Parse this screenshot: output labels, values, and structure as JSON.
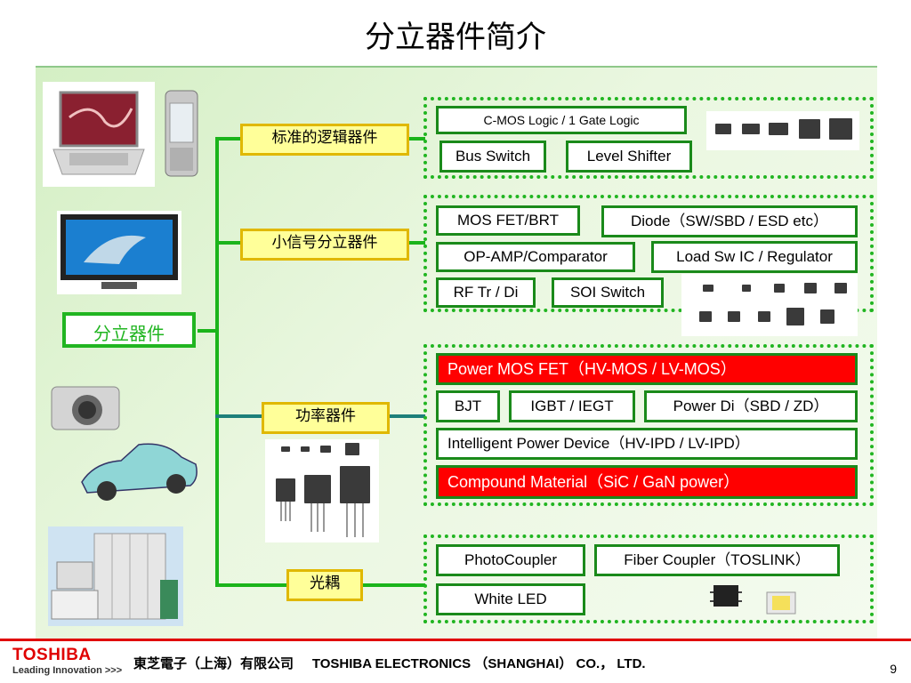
{
  "title": "分立器件简介",
  "root": "分立器件",
  "categories": {
    "logic": "标准的逻辑器件",
    "small_signal": "小信号分立器件",
    "power": "功率器件",
    "opto": "光耦"
  },
  "groups": {
    "logic": [
      "C-MOS Logic / 1 Gate Logic",
      "Bus Switch",
      "Level Shifter"
    ],
    "small_signal": [
      "MOS FET/BRT",
      "Diode（SW/SBD / ESD etc）",
      "OP-AMP/Comparator",
      "Load Sw IC / Regulator",
      "RF Tr / Di",
      "SOI Switch"
    ],
    "power": [
      "Power MOS FET（HV-MOS / LV-MOS）",
      "BJT",
      "IGBT / IEGT",
      "Power Di（SBD / ZD）",
      "Intelligent Power Device（HV-IPD / LV-IPD）",
      "Compound Material（SiC / GaN power）"
    ],
    "opto": [
      "PhotoCoupler",
      "Fiber Coupler（TOSLINK）",
      "White LED"
    ]
  },
  "images": [
    "laptop-icon",
    "phone-icon",
    "tv-icon",
    "camera-icon",
    "car-icon",
    "medical-equipment-icon"
  ],
  "footer": {
    "brand": "TOSHIBA",
    "tagline": "Leading Innovation >>>",
    "company": "東芝電子（上海）有限公司     TOSHIBA ELECTRONICS （SHANGHAI） CO.， LTD.",
    "page": "9"
  },
  "colors": {
    "green": "#21b521",
    "red": "#ff0000",
    "yellow": "#ffff99",
    "brand_red": "#e00000"
  }
}
